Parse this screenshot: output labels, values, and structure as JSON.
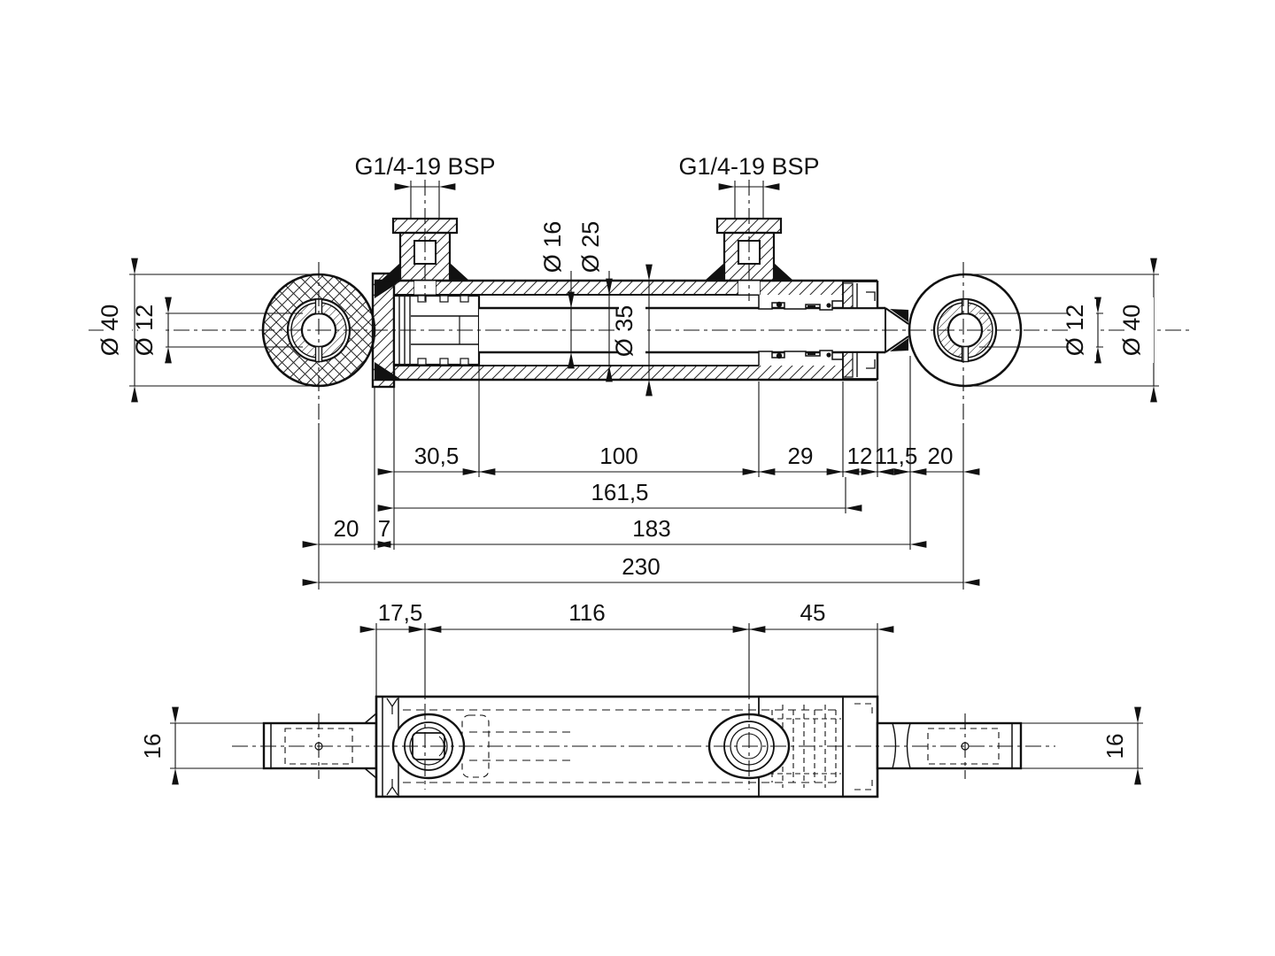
{
  "ports": {
    "port1_label": "G1/4-19 BSP",
    "port2_label": "G1/4-19 BSP"
  },
  "side_view": {
    "left_eye_outer_dia": "Ø 40",
    "left_eye_hole_dia": "Ø 12",
    "rod_dia": "Ø 16",
    "bore_dia": "Ø 25",
    "tube_dia": "Ø 35",
    "right_eye_hole_dia": "Ø 12",
    "right_eye_outer_dia": "Ø 40",
    "chain_dims": [
      "30,5",
      "100",
      "29",
      "12",
      "11,5",
      "20"
    ],
    "dim_161": "161,5",
    "lower_dims": [
      "20",
      "7",
      "183"
    ],
    "overall_dim": "230"
  },
  "top_view": {
    "upper_dims": [
      "17,5",
      "116",
      "45"
    ],
    "eye_width_left": "16",
    "eye_width_right": "16"
  },
  "colors": {
    "line": "#1a1a1a",
    "background": "#ffffff"
  }
}
